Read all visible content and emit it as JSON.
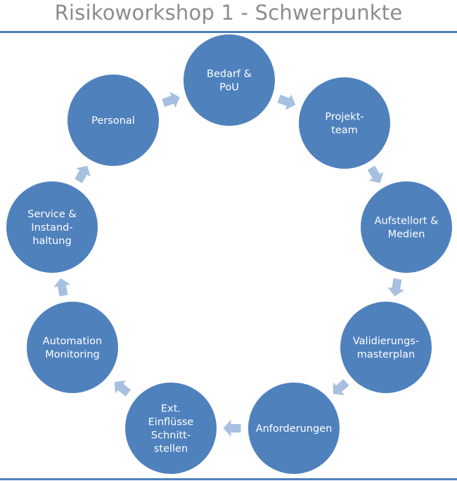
{
  "title": "Risikoworkshop 1 - Schwerpunkte",
  "colors": {
    "node": "#4f81bd",
    "arrow": "#a7bfe0",
    "rule": "#4f81bd",
    "title": "#8c8c8c"
  },
  "nodes": [
    {
      "id": "bedarf",
      "lines": [
        "Bedarf &",
        "PoU"
      ]
    },
    {
      "id": "projektteam",
      "lines": [
        "Projekt-",
        "team"
      ]
    },
    {
      "id": "aufstellort",
      "lines": [
        "Aufstellort &",
        "Medien"
      ]
    },
    {
      "id": "validierung",
      "lines": [
        "Validierungs-",
        "masterplan"
      ]
    },
    {
      "id": "anforderungen",
      "lines": [
        "Anforderungen"
      ]
    },
    {
      "id": "ext-einfluesse",
      "lines": [
        "Ext.",
        "Einflüsse",
        "Schnitt-",
        "stellen"
      ]
    },
    {
      "id": "automation",
      "lines": [
        "Automation",
        "Monitoring"
      ]
    },
    {
      "id": "service",
      "lines": [
        "Service &",
        "Instand-",
        "haltung"
      ]
    },
    {
      "id": "personal",
      "lines": [
        "Personal"
      ]
    }
  ]
}
